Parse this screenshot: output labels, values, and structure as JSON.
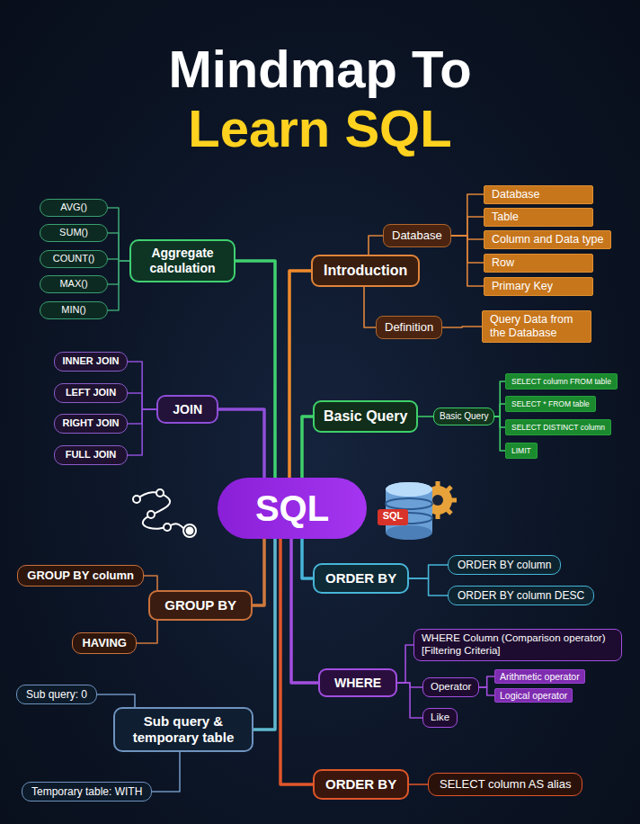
{
  "diagram": {
    "title": "Mindmap To Learn SQL",
    "nodes": [
      {
        "text": [
          "SQL"
        ]
      },
      {
        "text": [
          "Introduction"
        ]
      },
      {
        "text": [
          "Database"
        ]
      },
      {
        "text": [
          "Database"
        ]
      },
      {
        "text": [
          "Table"
        ]
      },
      {
        "text": [
          "Column and Data type"
        ]
      },
      {
        "text": [
          "Row"
        ]
      },
      {
        "text": [
          "Primary Key"
        ]
      },
      {
        "text": [
          "Definition"
        ]
      },
      {
        "text": [
          "Query Data from the Database"
        ]
      },
      {
        "text": [
          "Basic Query"
        ]
      },
      {
        "text": [
          "Basic Query"
        ]
      },
      {
        "text": [
          "SELECT column FROM table"
        ]
      },
      {
        "text": [
          "SELECT * FROM table"
        ]
      },
      {
        "text": [
          "SELECT DISTINCT column"
        ]
      },
      {
        "text": [
          "LIMIT"
        ]
      },
      {
        "text": [
          "ORDER BY"
        ]
      },
      {
        "text": [
          "ORDER BY column"
        ]
      },
      {
        "text": [
          "ORDER BY column DESC"
        ]
      },
      {
        "text": [
          "WHERE"
        ]
      },
      {
        "text": [
          "WHERE Column (Comparison operator) [Filtering Criteria]"
        ]
      },
      {
        "text": [
          "Operator"
        ]
      },
      {
        "text": [
          "Arithmetic operator"
        ]
      },
      {
        "text": [
          "Logical operator"
        ]
      },
      {
        "text": [
          "Like"
        ]
      },
      {
        "text": [
          "ORDER BY"
        ]
      },
      {
        "text": [
          "SELECT column AS alias"
        ]
      },
      {
        "text": [
          "Aggregate calculation"
        ]
      },
      {
        "text": [
          "AVG()"
        ]
      },
      {
        "text": [
          "SUM()"
        ]
      },
      {
        "text": [
          "COUNT()"
        ]
      },
      {
        "text": [
          "MAX()"
        ]
      },
      {
        "text": [
          "MIN()"
        ]
      },
      {
        "text": [
          "JOIN"
        ]
      },
      {
        "text": [
          "INNER JOIN"
        ]
      },
      {
        "text": [
          "LEFT JOIN"
        ]
      },
      {
        "text": [
          "RIGHT JOIN"
        ]
      },
      {
        "text": [
          "FULL JOIN"
        ]
      },
      {
        "text": [
          "GROUP BY"
        ]
      },
      {
        "text": [
          "GROUP BY column"
        ]
      },
      {
        "text": [
          "HAVING"
        ]
      },
      {
        "text": [
          "Sub query & temporary table"
        ]
      },
      {
        "text": [
          "Sub query: 0"
        ]
      },
      {
        "text": [
          "Temporary table: WITH"
        ]
      }
    ],
    "edges": [
      {
        "from": 0,
        "to": 1,
        "arrow": "none"
      },
      {
        "from": 1,
        "to": 2,
        "arrow": "none"
      },
      {
        "from": 2,
        "to": 3,
        "arrow": "none"
      },
      {
        "from": 2,
        "to": 4,
        "arrow": "none"
      },
      {
        "from": 2,
        "to": 5,
        "arrow": "none"
      },
      {
        "from": 2,
        "to": 6,
        "arrow": "none"
      },
      {
        "from": 2,
        "to": 7,
        "arrow": "none"
      },
      {
        "from": 1,
        "to": 8,
        "arrow": "none"
      },
      {
        "from": 8,
        "to": 9,
        "arrow": "none"
      },
      {
        "from": 0,
        "to": 10,
        "arrow": "none"
      },
      {
        "from": 10,
        "to": 11,
        "arrow": "none"
      },
      {
        "from": 11,
        "to": 12,
        "arrow": "none"
      },
      {
        "from": 11,
        "to": 13,
        "arrow": "none"
      },
      {
        "from": 11,
        "to": 14,
        "arrow": "none"
      },
      {
        "from": 11,
        "to": 15,
        "arrow": "none"
      },
      {
        "from": 0,
        "to": 16,
        "arrow": "none"
      },
      {
        "from": 16,
        "to": 17,
        "arrow": "none"
      },
      {
        "from": 16,
        "to": 18,
        "arrow": "none"
      },
      {
        "from": 0,
        "to": 19,
        "arrow": "none"
      },
      {
        "from": 19,
        "to": 20,
        "arrow": "none"
      },
      {
        "from": 19,
        "to": 21,
        "arrow": "none"
      },
      {
        "from": 21,
        "to": 22,
        "arrow": "none"
      },
      {
        "from": 21,
        "to": 23,
        "arrow": "none"
      },
      {
        "from": 19,
        "to": 24,
        "arrow": "none"
      },
      {
        "from": 0,
        "to": 25,
        "arrow": "none"
      },
      {
        "from": 25,
        "to": 26,
        "arrow": "none"
      },
      {
        "from": 0,
        "to": 27,
        "arrow": "none"
      },
      {
        "from": 27,
        "to": 28,
        "arrow": "none"
      },
      {
        "from": 27,
        "to": 29,
        "arrow": "none"
      },
      {
        "from": 27,
        "to": 30,
        "arrow": "none"
      },
      {
        "from": 27,
        "to": 31,
        "arrow": "none"
      },
      {
        "from": 27,
        "to": 32,
        "arrow": "none"
      },
      {
        "from": 0,
        "to": 33,
        "arrow": "none"
      },
      {
        "from": 33,
        "to": 34,
        "arrow": "none"
      },
      {
        "from": 33,
        "to": 35,
        "arrow": "none"
      },
      {
        "from": 33,
        "to": 36,
        "arrow": "none"
      },
      {
        "from": 33,
        "to": 37,
        "arrow": "none"
      },
      {
        "from": 0,
        "to": 38,
        "arrow": "none"
      },
      {
        "from": 38,
        "to": 39,
        "arrow": "none"
      },
      {
        "from": 38,
        "to": 40,
        "arrow": "none"
      },
      {
        "from": 0,
        "to": 41,
        "arrow": "none"
      },
      {
        "from": 41,
        "to": 42,
        "arrow": "none"
      },
      {
        "from": 41,
        "to": 43,
        "arrow": "none"
      }
    ],
    "labels": [
      "SQL"
    ]
  }
}
